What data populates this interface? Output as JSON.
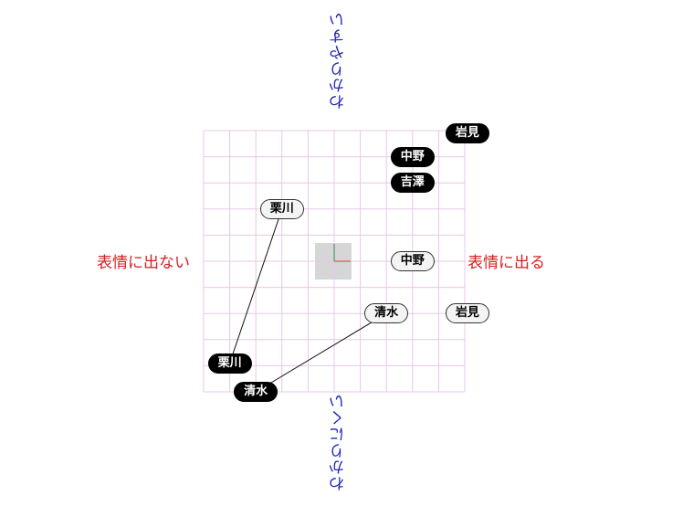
{
  "axes": {
    "right": "表情に出る",
    "left": "表情に出ない",
    "top": "わかりやすい",
    "bottom": "わかりにくい"
  },
  "colors": {
    "horizontal_axis_text": "#d62020",
    "vertical_axis_text": "#1f24b8",
    "grid_line": "#e6c8e6",
    "center_marker": "#cccccc"
  },
  "grid": {
    "divisions": 10,
    "range": [
      -5,
      5
    ]
  },
  "people": [
    {
      "name": "岩見",
      "style": "black",
      "x": 5.1,
      "y": 4.9
    },
    {
      "name": "中野",
      "style": "black",
      "x": 3.0,
      "y": 4.0
    },
    {
      "name": "吉澤",
      "style": "black",
      "x": 3.0,
      "y": 3.0
    },
    {
      "name": "栗川",
      "style": "white",
      "x": -2.0,
      "y": 2.0
    },
    {
      "name": "中野",
      "style": "white",
      "x": 3.0,
      "y": 0.0
    },
    {
      "name": "清水",
      "style": "white",
      "x": 2.0,
      "y": -2.0
    },
    {
      "name": "岩見",
      "style": "white",
      "x": 5.1,
      "y": -2.0
    },
    {
      "name": "栗川",
      "style": "black",
      "x": -4.0,
      "y": -3.9
    },
    {
      "name": "清水",
      "style": "black",
      "x": -3.0,
      "y": -5.0
    }
  ],
  "links": [
    {
      "from": 3,
      "to": 7
    },
    {
      "from": 5,
      "to": 8
    }
  ]
}
